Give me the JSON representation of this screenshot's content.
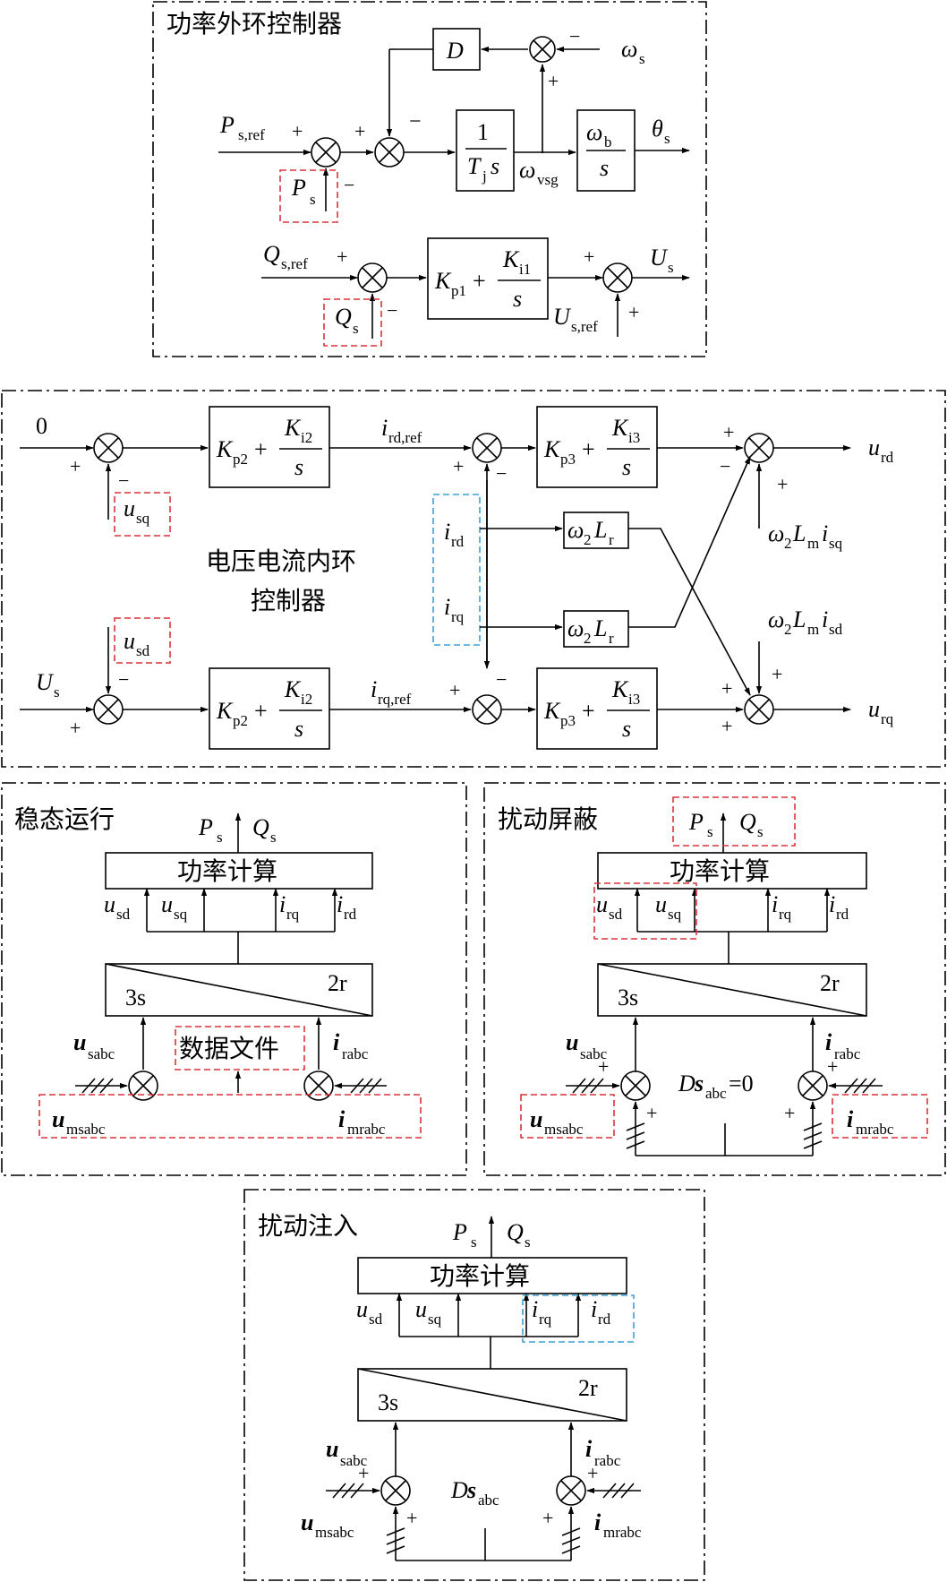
{
  "figure": {
    "panels": {
      "outer_loop": {
        "title": "功率外环控制器"
      },
      "inner_loop": {
        "title_line1": "电压电流内环",
        "title_line2": "控制器"
      },
      "steady": {
        "title": "稳态运行",
        "data_file": "数据文件"
      },
      "shield": {
        "title": "扰动屏蔽"
      },
      "inject": {
        "title": "扰动注入"
      }
    },
    "common": {
      "power_calc": "功率计算",
      "plus": "+",
      "minus": "−",
      "three_s": "3s",
      "two_r": "2r"
    },
    "symbols": {
      "D": "D",
      "omega": "ω",
      "s_sub": "s",
      "b_sub": "b",
      "vsg_sub": "vsg",
      "theta": "θ",
      "one": "1",
      "T": "T",
      "j_sub": "j",
      "s": "s",
      "P": "P",
      "Q": "Q",
      "U": "U",
      "u": "u",
      "i": "i",
      "K": "K",
      "L": "L",
      "ref_s": "s,ref",
      "p1": "p1",
      "i1": "i1",
      "p2": "p2",
      "i2": "i2",
      "p3": "p3",
      "i3": "i3",
      "two": "2",
      "r_sub": "r",
      "m_sub": "m",
      "rd": "rd",
      "rq": "rq",
      "sd": "sd",
      "sq": "sq",
      "rd_ref": "rd,ref",
      "rq_ref": "rq,ref",
      "zero": "0",
      "sabc": "sabc",
      "rabc": "rabc",
      "msabc": "msabc",
      "mrabc": "mrabc",
      "abc": "abc",
      "eq0": "=0"
    }
  }
}
